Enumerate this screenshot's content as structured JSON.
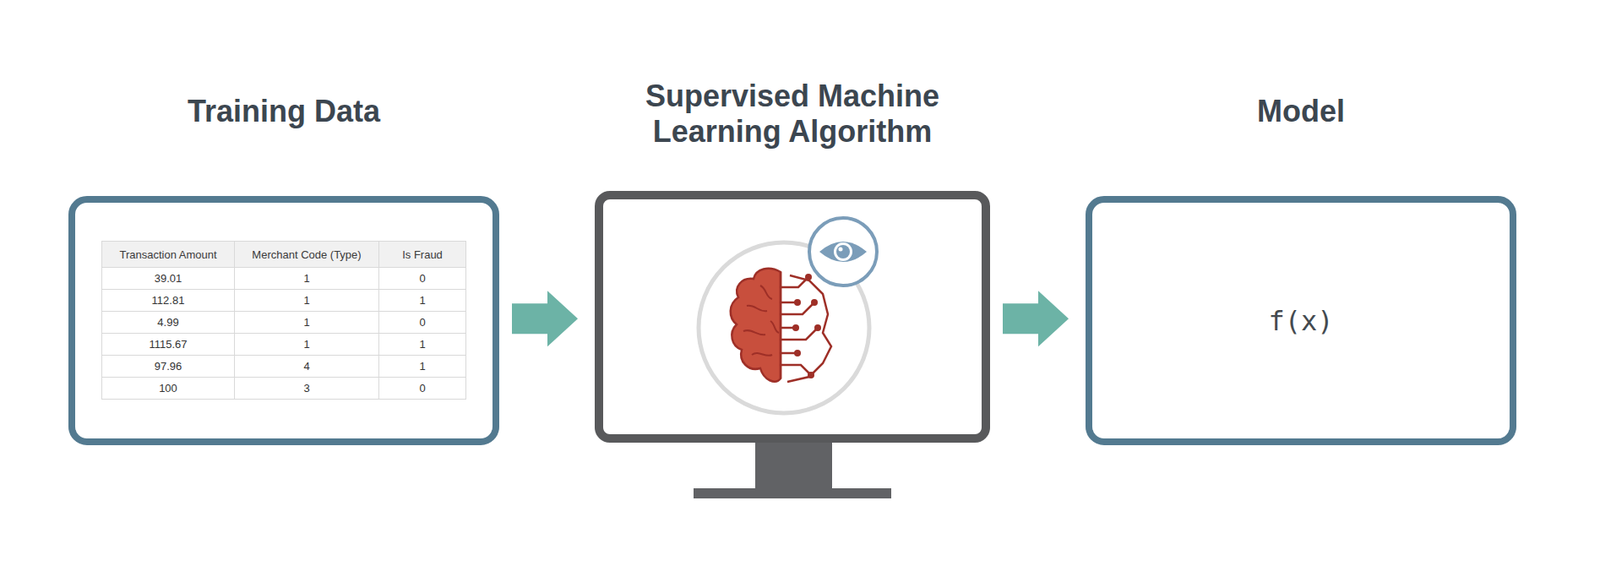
{
  "diagram": {
    "nodes": [
      {
        "text": [
          "Training Data"
        ]
      },
      {
        "text": [
          "Supervised Machine Learning Algorithm"
        ]
      },
      {
        "text": [
          "Model",
          "f(x)"
        ]
      }
    ],
    "edges": [
      {
        "from": 0,
        "to": 1,
        "arrow": "to"
      },
      {
        "from": 1,
        "to": 2,
        "arrow": "to"
      }
    ],
    "labels": [
      "Transaction Amount",
      "Merchant Code (Type)",
      "Is Fraud",
      "39.01",
      "1",
      "0",
      "112.81",
      "1",
      "1",
      "4.99",
      "1",
      "0",
      "1115.67",
      "1",
      "1",
      "97.96",
      "4",
      "1",
      "100",
      "3",
      "0"
    ]
  }
}
